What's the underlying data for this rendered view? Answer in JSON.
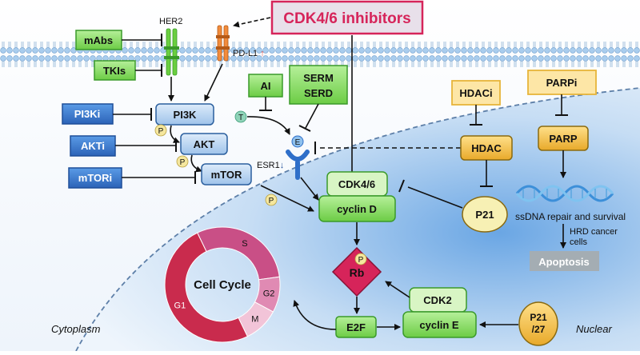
{
  "title": "CDK4/6 inhibitors",
  "receptors": {
    "her2": "HER2",
    "pdl1": "PD-L1",
    "pdl1_arrow": "↑",
    "esr1": "ESR1",
    "esr1_arrow": "↓"
  },
  "inhibitors": {
    "mabs": "mAbs",
    "tkis": "TKIs",
    "pi3ki": "PI3Ki",
    "akti": "AKTi",
    "mtori": "mTORi",
    "ai": "AI",
    "serm": "SERM",
    "serd": "SERD",
    "hdaci": "HDACi",
    "parpi": "PARPi"
  },
  "pathway": {
    "pi3k": "PI3K",
    "akt": "AKT",
    "mtor": "mTOR",
    "p": "P",
    "t": "T",
    "e": "E"
  },
  "core": {
    "cdk46": "CDK4/6",
    "cyclin_d": "cyclin D",
    "rb": "Rb",
    "e2f": "E2F",
    "cdk2": "CDK2",
    "cyclin_e": "cyclin E",
    "p21": "P21",
    "p21_27_line1": "P21",
    "p21_27_line2": "/27"
  },
  "hdac": "HDAC",
  "parp": "PARP",
  "dna": {
    "repair": "ssDNA repair and survival",
    "hrd_line1": "HRD cancer",
    "hrd_line2": "cells",
    "apoptosis": "Apoptosis"
  },
  "cell_cycle": {
    "title": "Cell Cycle",
    "phases": [
      {
        "label": "S",
        "fraction": 0.3,
        "color": "#c94f86"
      },
      {
        "label": "G2",
        "fraction": 0.1,
        "color": "#e08ab3"
      },
      {
        "label": "M",
        "fraction": 0.1,
        "color": "#f2c4d8"
      },
      {
        "label": "G1",
        "fraction": 0.5,
        "color": "#c92b4d"
      }
    ]
  },
  "regions": {
    "cytoplasm": "Cytoplasm",
    "nuclear": "Nuclear"
  },
  "colors": {
    "green": "#7ed957",
    "green_stroke": "#3a9a2a",
    "blue": "#3c7fd9",
    "blue_stroke": "#1f4f99",
    "node_blue": "#b8d5f3",
    "yellow": "#f2c14e",
    "pale_yellow": "#f7f0b4",
    "title_red": "#d6245a",
    "rb_red": "#d6245a",
    "apoptosis_gray": "#a4adb3"
  }
}
